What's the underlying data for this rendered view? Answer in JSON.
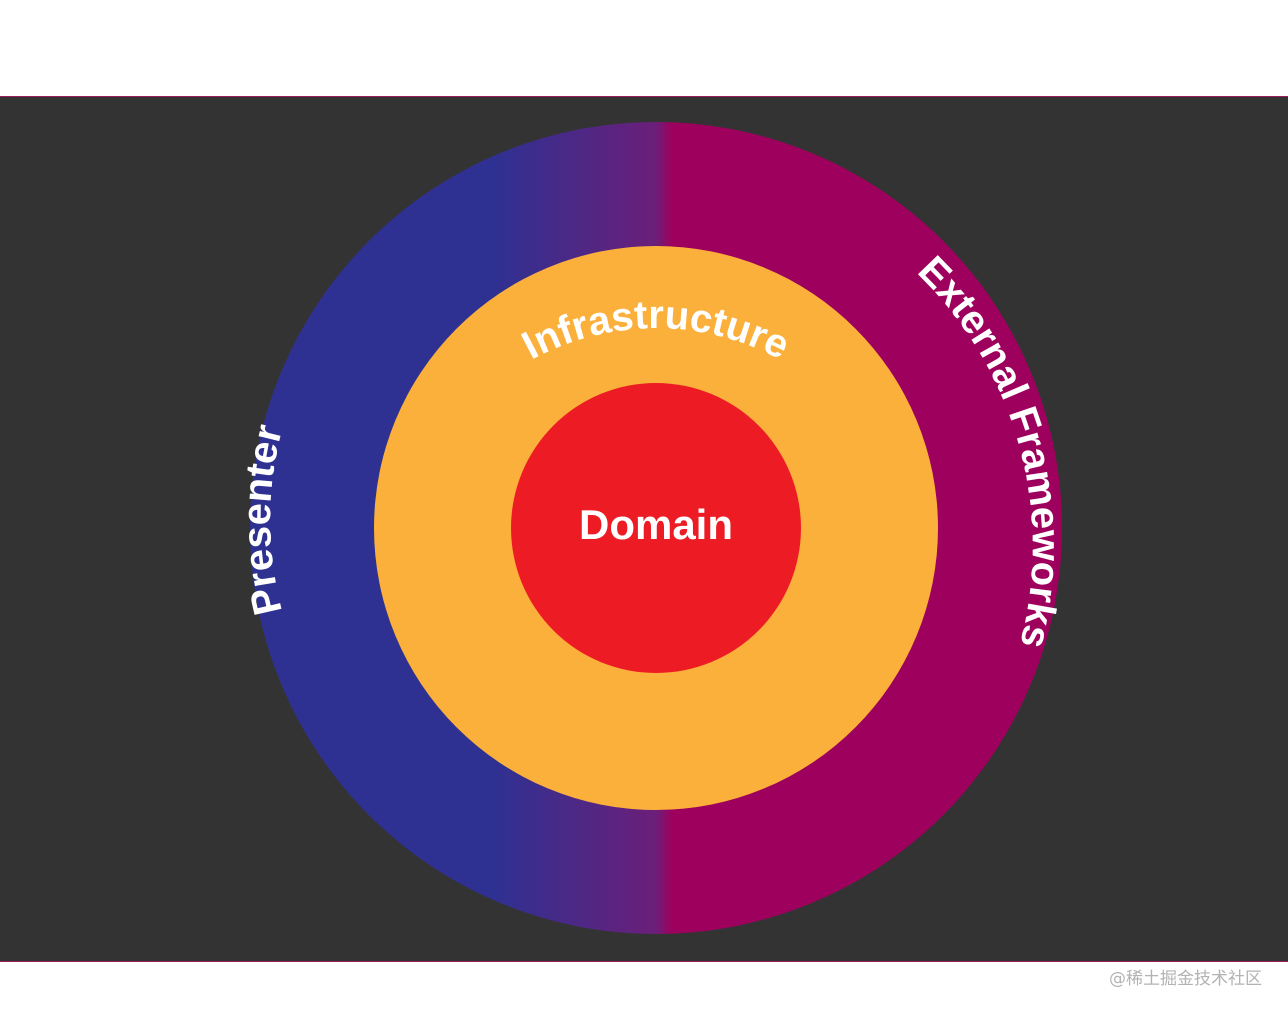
{
  "diagram": {
    "layers": {
      "outer_left": "Presenter",
      "outer_right": "External Frameworks",
      "middle": "Infrastructure",
      "core": "Domain"
    },
    "colors": {
      "background": "#333333",
      "outer_left": "#2e3192",
      "outer_right": "#9e005d",
      "middle": "#fbb03b",
      "core": "#ed1c24",
      "text": "#ffffff"
    }
  },
  "watermark": "@稀土掘金技术社区"
}
